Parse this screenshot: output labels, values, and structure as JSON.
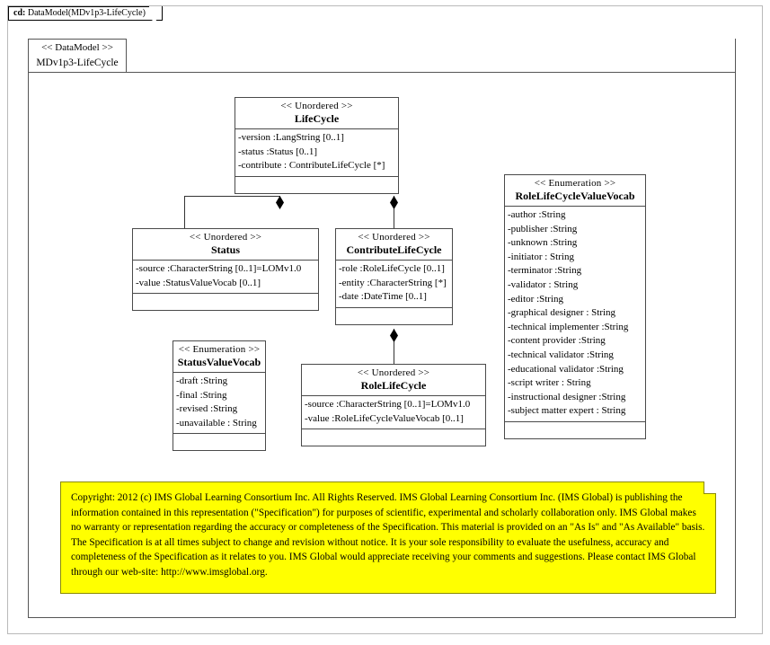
{
  "diagram": {
    "frame_tab_kind": "cd:",
    "frame_tab_label": "DataModel(MDv1p3-LifeCycle)",
    "package": {
      "stereotype": "<< DataModel >>",
      "name": "MDv1p3-LifeCycle"
    }
  },
  "classes": {
    "lifecycle": {
      "stereotype": "<< Unordered >>",
      "name": "LifeCycle",
      "attributes": [
        "-version :LangString  [0..1]",
        "-status :Status [0..1]",
        "-contribute  : ContributeLifeCycle   [*]"
      ]
    },
    "status": {
      "stereotype": "<< Unordered >>",
      "name": "Status",
      "attributes": [
        "-source :CharacterString  [0..1]=LOMv1.0",
        "-value :StatusValueVocab  [0..1]"
      ]
    },
    "contributelifecycle": {
      "stereotype": "<< Unordered >>",
      "name": "ContributeLifeCycle",
      "attributes": [
        "-role :RoleLifeCycle  [0..1]",
        "-entity  :CharacterString  [*]",
        "-date :DateTime [0..1]"
      ]
    },
    "rolelifecycle": {
      "stereotype": "<< Unordered >>",
      "name": "RoleLifeCycle",
      "attributes": [
        "-source :CharacterString  [0..1]=LOMv1.0",
        "-value :RoleLifeCycleValueVocab    [0..1]"
      ]
    },
    "statusvaluevocab": {
      "stereotype": "<< Enumeration   >>",
      "name": "StatusValueVocab",
      "attributes": [
        "-draft :String",
        "-final  :String",
        "-revised  :String",
        "-unavailable  : String"
      ]
    },
    "rolelifecyclevaluevocab": {
      "stereotype": "<< Enumeration   >>",
      "name": "RoleLifeCycleValueVocab",
      "attributes": [
        "-author :String",
        "-publisher  :String",
        "-unknown  :String",
        "-initiator  : String",
        "-terminator  :String",
        "-validator  : String",
        "-editor :String",
        "-graphical designer   : String",
        "-technical implementer    :String",
        "-content provider  :String",
        "-technical validator    :String",
        "-educational validator    :String",
        "-script writer  : String",
        "-instructional designer    :String",
        "-subject matter expert  : String"
      ]
    }
  },
  "note": {
    "text": "Copyright: 2012 (c) IMS Global Learning Consortium Inc.  All Rights Reserved.  IMS Global Learning Consortium Inc. (IMS Global) is publishing the information contained in this representation (\"Specification\") for purposes of scientific, experimental and scholarly collaboration only.  IMS Global makes no warranty or representation regarding the accuracy or completeness of the Specification.  This material is provided on an \"As Is\" and \"As Available\" basis.  The Specification is at all times subject to change and revision without notice.  It is your sole responsibility to evaluate the usefulness, accuracy and completeness of the Specification as it relates to you.  IMS Global would appreciate receiving your comments and suggestions.  Please contact IMS Global through our web-site: http://www.imsglobal.org."
  },
  "colors": {
    "note_fill": "#ffff00",
    "line": "#333333",
    "background": "#ffffff"
  }
}
